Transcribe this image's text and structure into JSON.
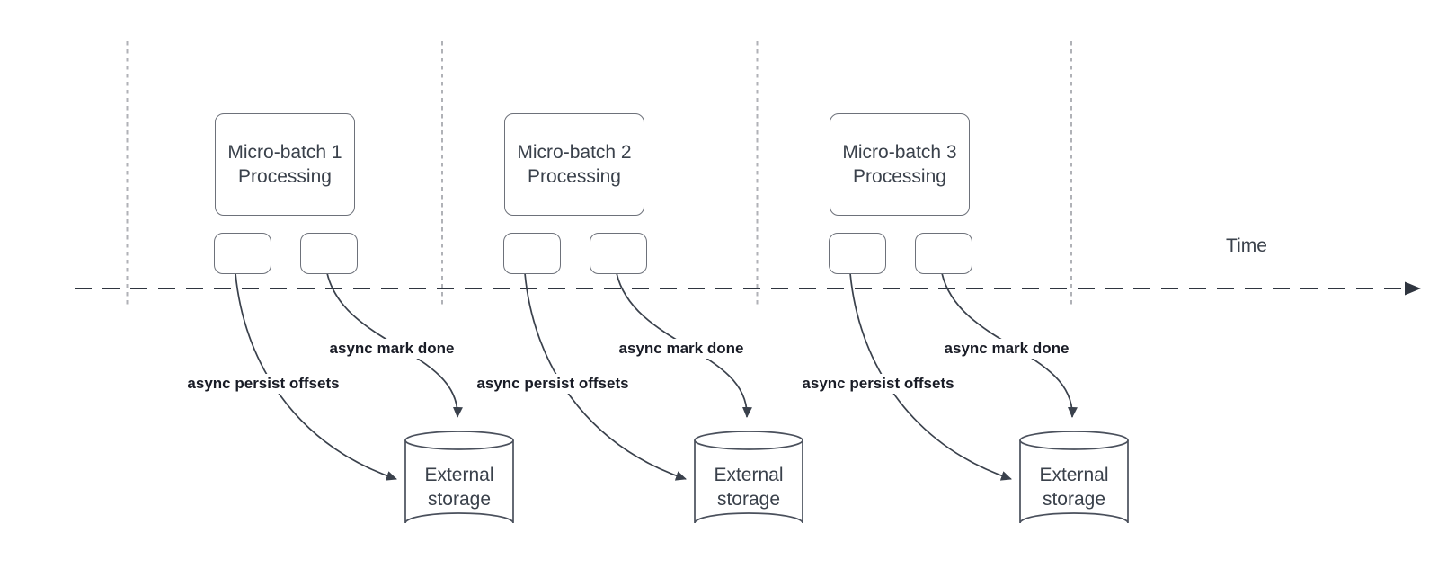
{
  "diagram": {
    "time_axis": {
      "label": "Time"
    },
    "groups": [
      {
        "box_line1": "Micro-batch 1",
        "box_line2": "Processing",
        "persist_label": "async persist offsets",
        "mark_done_label": "async mark done",
        "storage_line1": "External",
        "storage_line2": "storage"
      },
      {
        "box_line1": "Micro-batch 2",
        "box_line2": "Processing",
        "persist_label": "async persist offsets",
        "mark_done_label": "async mark done",
        "storage_line1": "External",
        "storage_line2": "storage"
      },
      {
        "box_line1": "Micro-batch 3",
        "box_line2": "Processing",
        "persist_label": "async persist offsets",
        "mark_done_label": "async mark done",
        "storage_line1": "External",
        "storage_line2": "storage"
      }
    ],
    "colors": {
      "background": "#ffffff",
      "shape_stroke": "#6d717a",
      "connector_stroke": "#3a414c",
      "axis_stroke": "#2f353f",
      "guide_line_stroke": "#b0b2b7",
      "shape_text": "#3a414b",
      "edge_label_text": "#191c26"
    }
  }
}
